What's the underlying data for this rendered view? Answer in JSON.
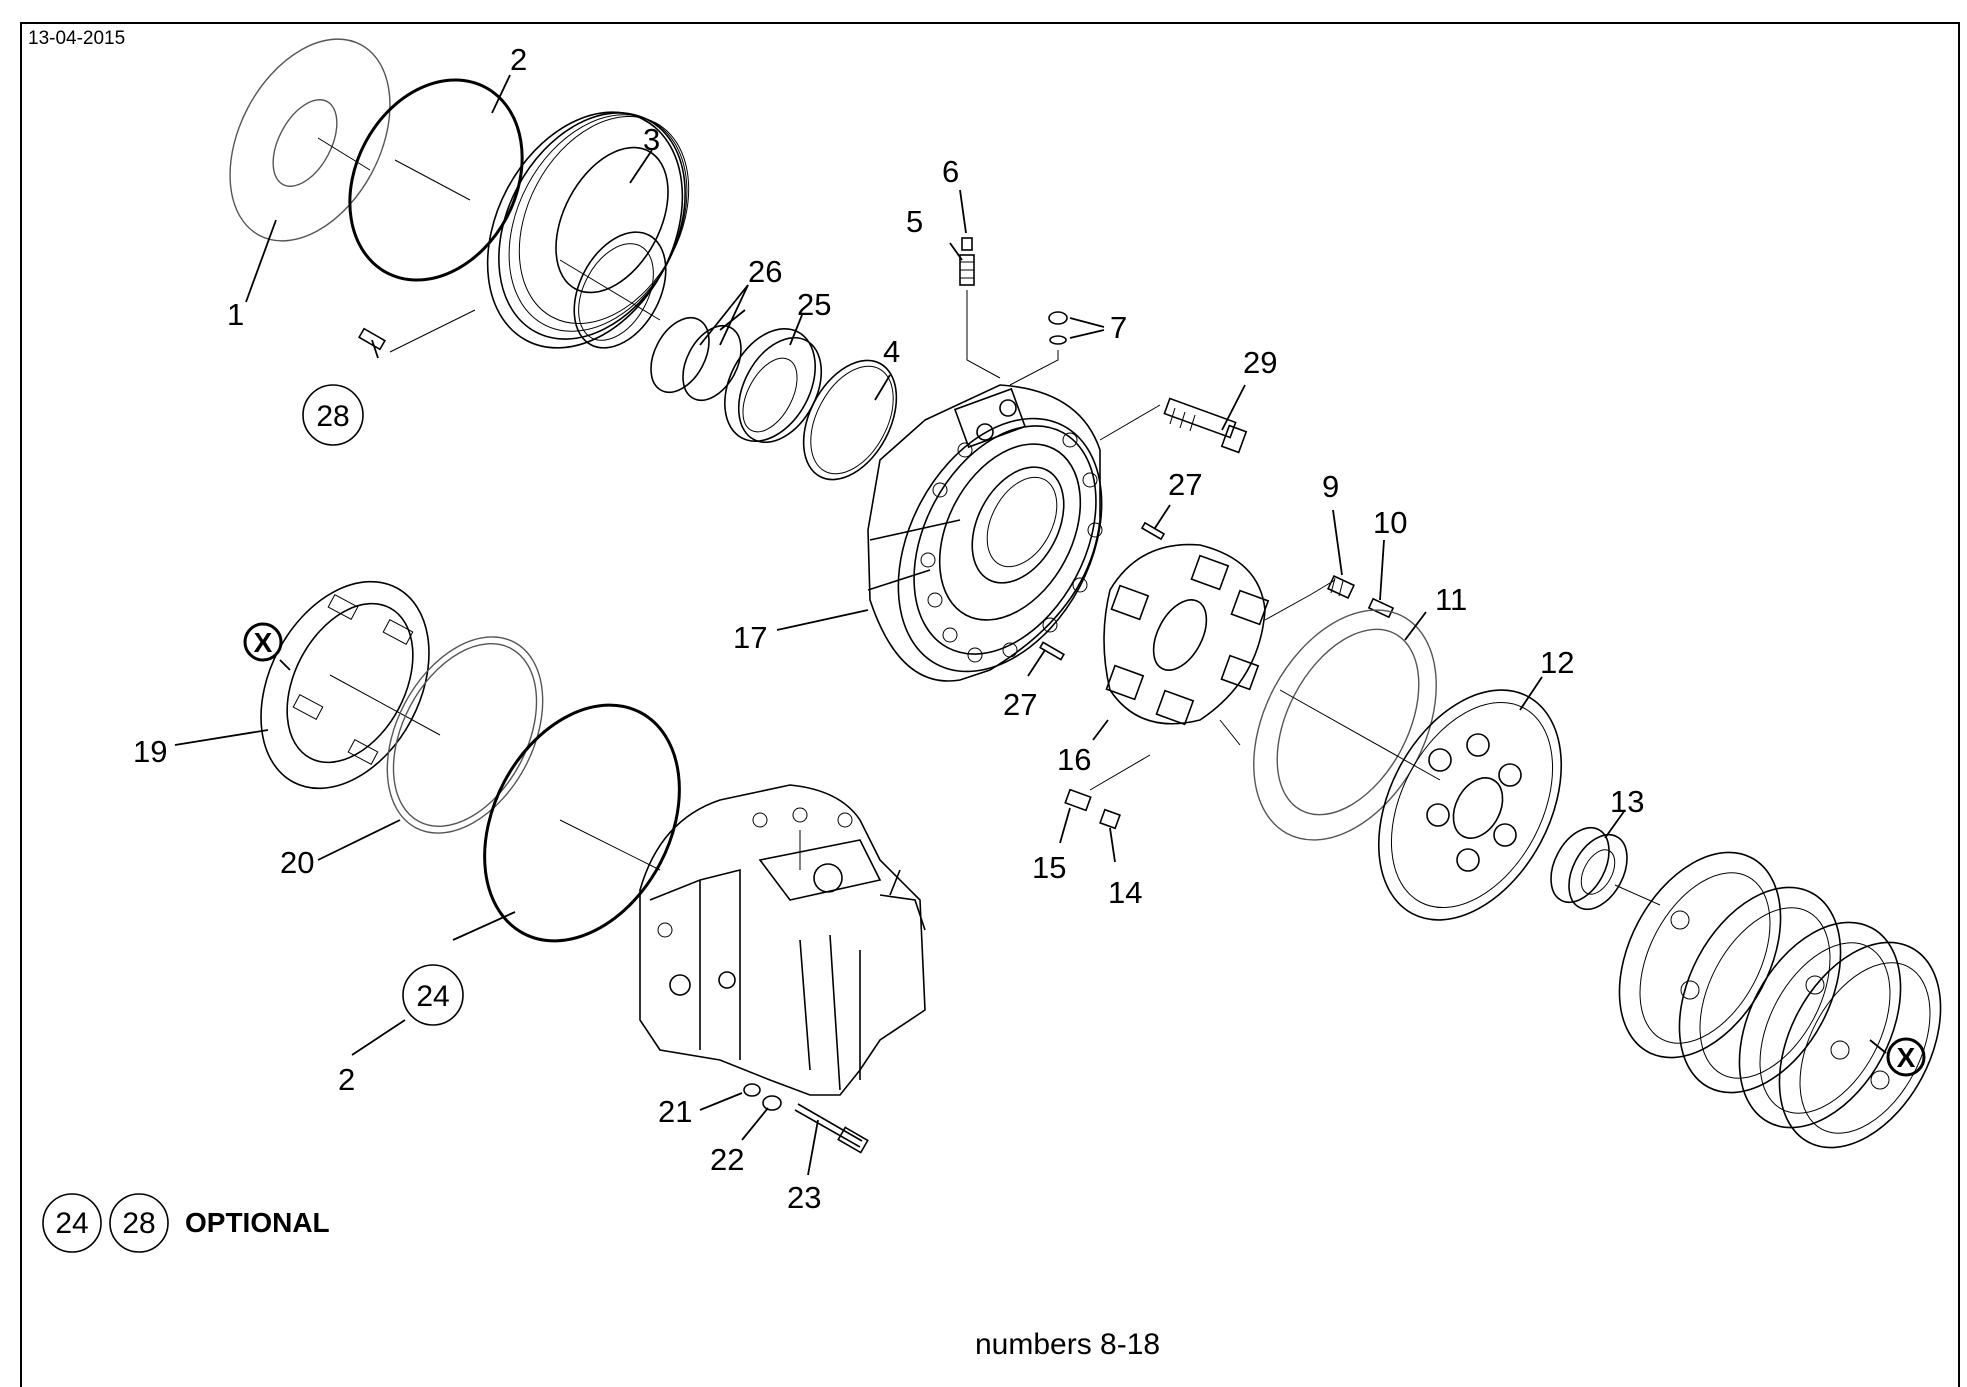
{
  "header": {
    "date": "13-04-2015"
  },
  "footer": {
    "caption": "numbers 8-18"
  },
  "legend": {
    "optional_items": [
      "24",
      "28"
    ],
    "optional_label": "OPTIONAL"
  },
  "callouts": [
    {
      "id": "c1",
      "label": "1"
    },
    {
      "id": "c2a",
      "label": "2"
    },
    {
      "id": "c3",
      "label": "3"
    },
    {
      "id": "c4",
      "label": "4"
    },
    {
      "id": "c5",
      "label": "5"
    },
    {
      "id": "c6",
      "label": "6"
    },
    {
      "id": "c7",
      "label": "7"
    },
    {
      "id": "c9",
      "label": "9"
    },
    {
      "id": "c10",
      "label": "10"
    },
    {
      "id": "c11",
      "label": "11"
    },
    {
      "id": "c12",
      "label": "12"
    },
    {
      "id": "c13",
      "label": "13"
    },
    {
      "id": "c14",
      "label": "14"
    },
    {
      "id": "c15",
      "label": "15"
    },
    {
      "id": "c16",
      "label": "16"
    },
    {
      "id": "c17",
      "label": "17"
    },
    {
      "id": "c19",
      "label": "19"
    },
    {
      "id": "c20",
      "label": "20"
    },
    {
      "id": "c21",
      "label": "21"
    },
    {
      "id": "c22",
      "label": "22"
    },
    {
      "id": "c23",
      "label": "23"
    },
    {
      "id": "c25",
      "label": "25"
    },
    {
      "id": "c26",
      "label": "26"
    },
    {
      "id": "c27a",
      "label": "27"
    },
    {
      "id": "c27b",
      "label": "27"
    },
    {
      "id": "c29",
      "label": "29"
    },
    {
      "id": "c2b",
      "label": "2"
    }
  ],
  "circled_callouts": [
    {
      "id": "cc28",
      "label": "28"
    },
    {
      "id": "cc24",
      "label": "24"
    }
  ],
  "x_marks": [
    "X",
    "X"
  ]
}
